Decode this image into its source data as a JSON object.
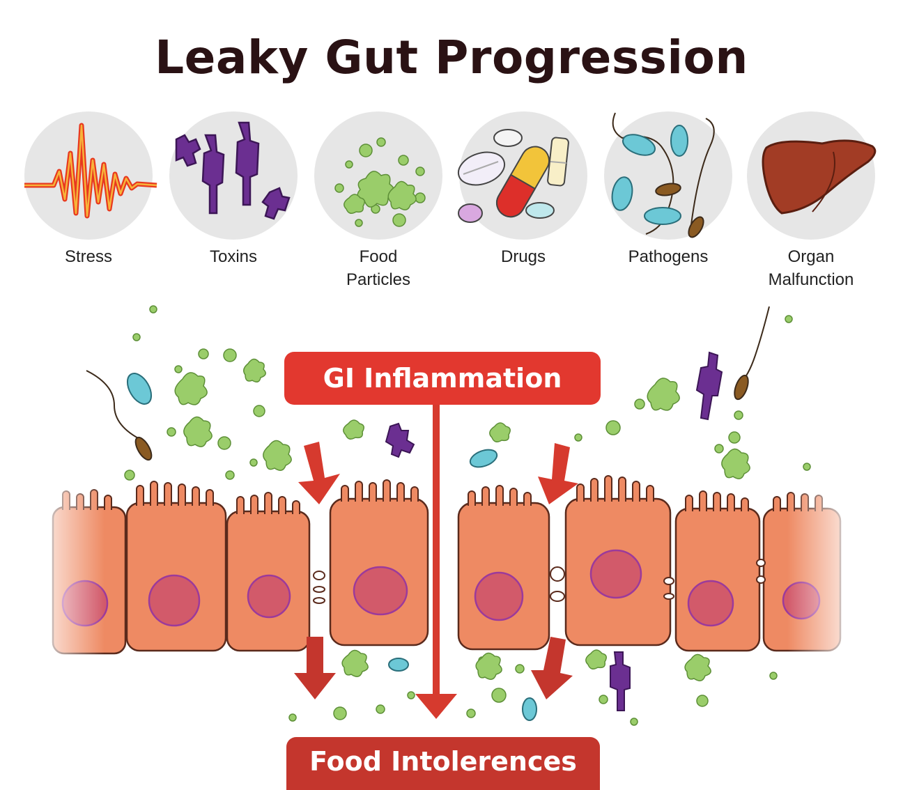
{
  "title": "Leaky Gut Progression",
  "causes": [
    {
      "label": "Stress",
      "icon": "stress-waveform-icon"
    },
    {
      "label": "Toxins",
      "icon": "toxin-molecules-icon"
    },
    {
      "label": "Food\nParticles",
      "icon": "food-particles-icon"
    },
    {
      "label": "Drugs",
      "icon": "pills-icon"
    },
    {
      "label": "Pathogens",
      "icon": "bacteria-icon"
    },
    {
      "label": "Organ\nMalfunction",
      "icon": "liver-icon"
    }
  ],
  "inflammation_label": "GI Inflammation",
  "outcome_label": "Food Intolerences",
  "colors": {
    "title": "#2a1214",
    "inflammation_box": "#e2382f",
    "outcome_box": "#c4362d",
    "arrow": "#c9382f",
    "cell_fill": "#ee8a63",
    "cell_outline": "#5a2a1c",
    "nucleus": "#d25a6a",
    "nucleus_outline": "#9b3a9b",
    "food_particle": "#9acd6a",
    "toxin": "#6b2f91",
    "bacteria": "#6cc8d6",
    "liver": "#a23c25"
  }
}
